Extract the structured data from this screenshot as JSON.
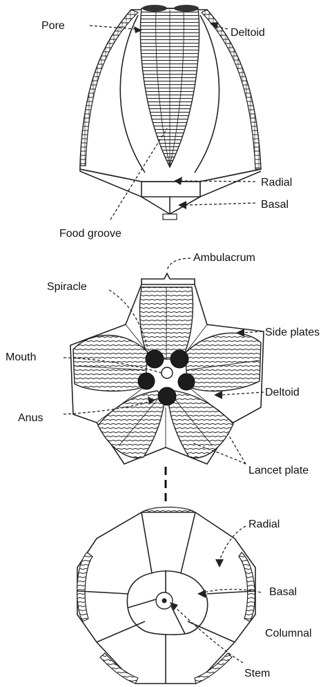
{
  "labels": {
    "pore": "Pore",
    "deltoid_top": "Deltoid",
    "radial_top": "Radial",
    "basal_top": "Basal",
    "food_groove": "Food groove",
    "ambulacrum": "Ambulacrum",
    "spiracle": "Spiracle",
    "side_plates": "Side plates",
    "mouth": "Mouth",
    "deltoid_mid": "Deltoid",
    "anus": "Anus",
    "lancet_plate": "Lancet plate",
    "radial_bottom": "Radial",
    "basal_bottom": "Basal",
    "columnal": "Columnal",
    "stem": "Stem"
  }
}
